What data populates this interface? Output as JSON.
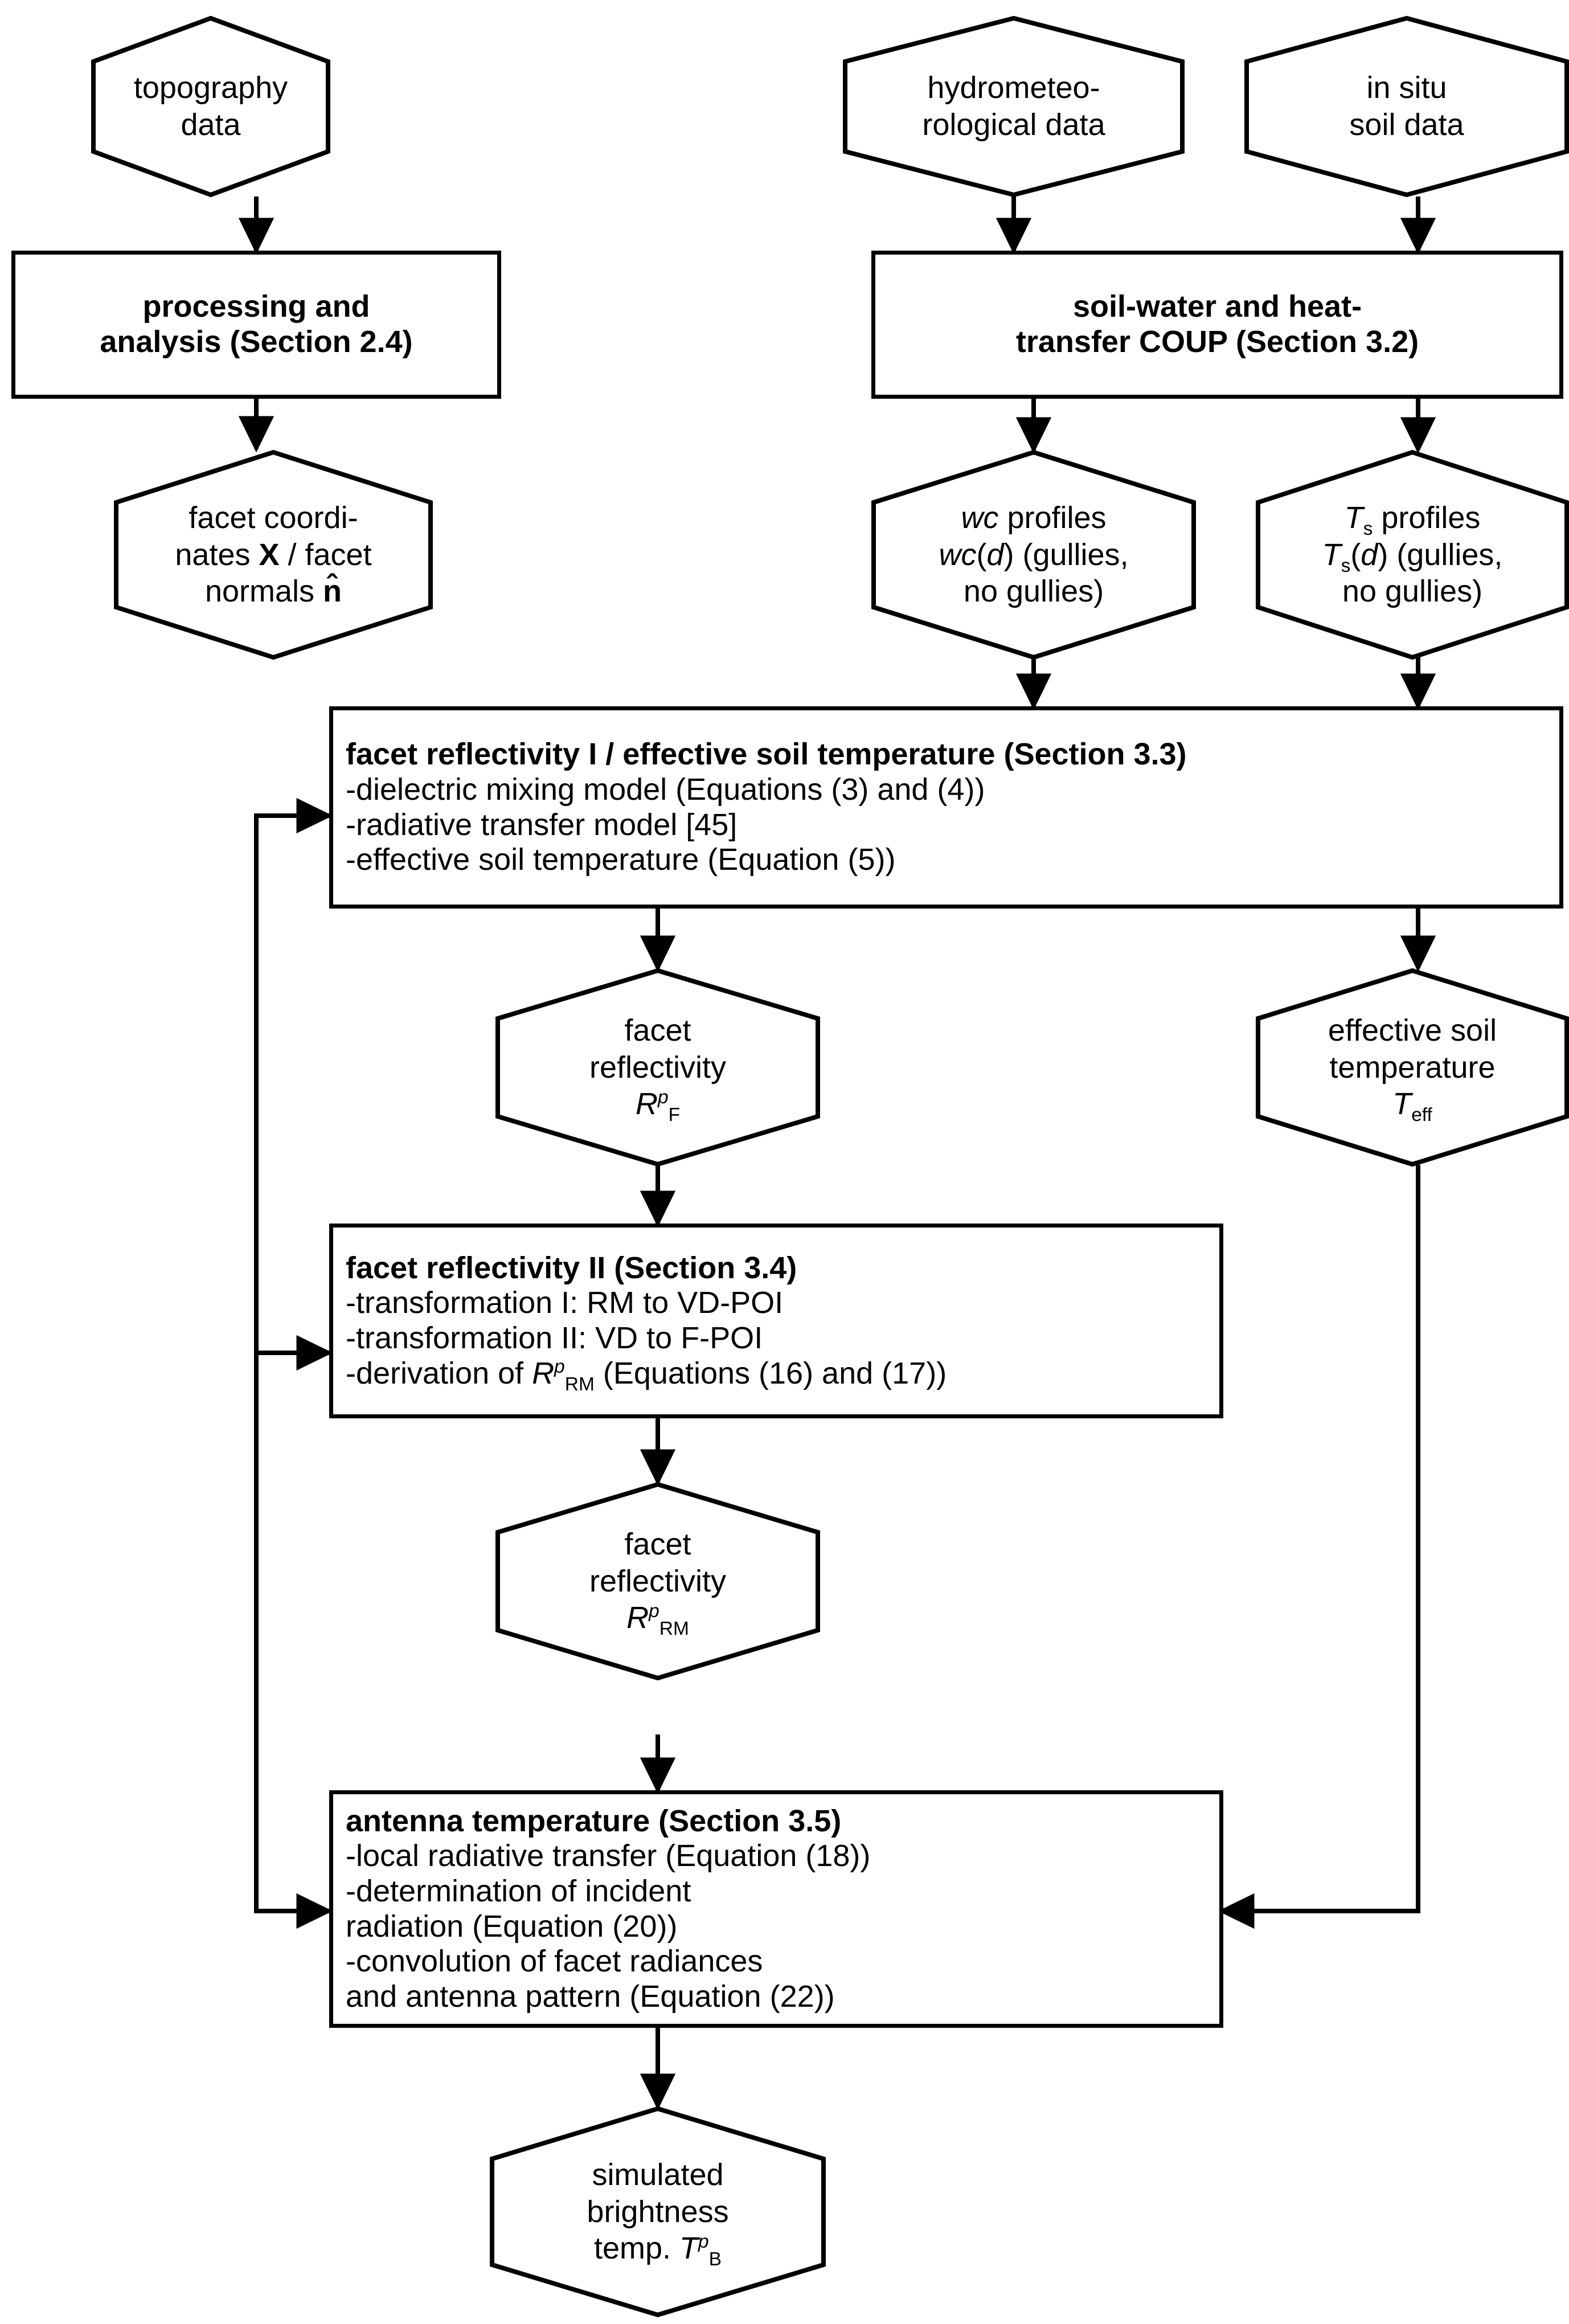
{
  "diagram": {
    "title": "Model processing chain flowchart",
    "stroke_color": "#000000",
    "background_color": "#ffffff",
    "nodes": {
      "topography_data": {
        "shape": "hexagon",
        "lines": [
          "topography",
          "data"
        ]
      },
      "hydrometeorological_data": {
        "shape": "hexagon",
        "lines": [
          "hydrometeo-",
          "rological data"
        ]
      },
      "in_situ_soil_data": {
        "shape": "hexagon",
        "lines": [
          "in situ",
          "soil data"
        ]
      },
      "processing_analysis": {
        "shape": "rect",
        "bold": true,
        "lines": [
          "processing and",
          "analysis (Section 2.4)"
        ]
      },
      "soil_water_heat_coup": {
        "shape": "rect",
        "bold": true,
        "lines": [
          "soil-water and heat-",
          "transfer COUP (Section 3.2)"
        ]
      },
      "facet_coordinates": {
        "shape": "hexagon",
        "lines": [
          "facet coordi-",
          "nates X / facet",
          "normals n̂"
        ]
      },
      "wc_profiles": {
        "shape": "hexagon",
        "lines": [
          "wc profiles",
          "wc(d) (gullies,",
          "no gullies)"
        ]
      },
      "ts_profiles": {
        "shape": "hexagon",
        "lines": [
          "Ts profiles",
          "Ts(d) (gullies,",
          "no gullies)"
        ]
      },
      "facet_reflectivity_1": {
        "shape": "rect",
        "heading": "facet reflectivity I / effective soil temperature (Section 3.3)",
        "bullets": [
          "-dielectric mixing model (Equations (3) and (4))",
          "-radiative transfer model [45]",
          "-effective soil temperature (Equation (5))"
        ]
      },
      "facet_reflectivity_F": {
        "shape": "hexagon",
        "lines": [
          "facet",
          "reflectivity",
          "R p F"
        ]
      },
      "effective_soil_temperature": {
        "shape": "hexagon",
        "lines": [
          "effective soil",
          "temperature",
          "T eff"
        ]
      },
      "facet_reflectivity_2": {
        "shape": "rect",
        "heading": "facet reflectivity II (Section 3.4)",
        "bullets": [
          "-transformation I: RM to VD-POI",
          "-transformation II: VD to F-POI",
          "-derivation of R p RM (Equations (16) and (17))"
        ]
      },
      "facet_reflectivity_RM": {
        "shape": "hexagon",
        "lines": [
          "facet",
          "reflectivity",
          "R p RM"
        ]
      },
      "antenna_temperature": {
        "shape": "rect",
        "heading": "antenna temperature (Section 3.5)",
        "bullets": [
          "-local radiative transfer (Equation (18))",
          "-determination of incident",
          " radiation (Equation (20))",
          "-convolution of facet radiances",
          " and antenna pattern (Equation (22))"
        ]
      },
      "simulated_brightness_temp": {
        "shape": "hexagon",
        "lines": [
          "simulated",
          "brightness",
          "temp. T p B"
        ]
      }
    },
    "edges": [
      {
        "from": "topography_data",
        "to": "processing_analysis"
      },
      {
        "from": "hydrometeorological_data",
        "to": "soil_water_heat_coup"
      },
      {
        "from": "in_situ_soil_data",
        "to": "soil_water_heat_coup"
      },
      {
        "from": "processing_analysis",
        "to": "facet_coordinates"
      },
      {
        "from": "soil_water_heat_coup",
        "to": "wc_profiles"
      },
      {
        "from": "soil_water_heat_coup",
        "to": "ts_profiles"
      },
      {
        "from": "wc_profiles",
        "to": "facet_reflectivity_1"
      },
      {
        "from": "ts_profiles",
        "to": "facet_reflectivity_1"
      },
      {
        "from": "facet_coordinates",
        "to": "facet_reflectivity_1"
      },
      {
        "from": "facet_coordinates",
        "to": "facet_reflectivity_2"
      },
      {
        "from": "facet_coordinates",
        "to": "antenna_temperature"
      },
      {
        "from": "facet_reflectivity_1",
        "to": "facet_reflectivity_F"
      },
      {
        "from": "facet_reflectivity_1",
        "to": "effective_soil_temperature"
      },
      {
        "from": "facet_reflectivity_F",
        "to": "facet_reflectivity_2"
      },
      {
        "from": "facet_reflectivity_2",
        "to": "facet_reflectivity_RM"
      },
      {
        "from": "facet_reflectivity_RM",
        "to": "antenna_temperature"
      },
      {
        "from": "effective_soil_temperature",
        "to": "antenna_temperature"
      },
      {
        "from": "antenna_temperature",
        "to": "simulated_brightness_temp"
      }
    ]
  }
}
